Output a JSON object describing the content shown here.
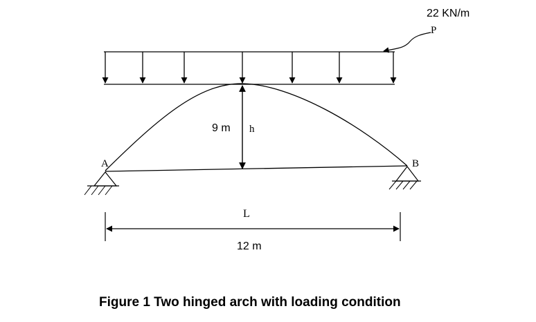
{
  "load": {
    "intensity_label": "22 KN/m",
    "point_label": "P"
  },
  "supports": {
    "left_label": "A",
    "right_label": "B"
  },
  "rise": {
    "value_label": "9 m",
    "symbol": "h"
  },
  "span": {
    "symbol": "L",
    "value_label": "12 m"
  },
  "caption": "Figure 1 Two hinged arch with loading condition",
  "colors": {
    "ink": "#000000",
    "background": "#ffffff"
  }
}
